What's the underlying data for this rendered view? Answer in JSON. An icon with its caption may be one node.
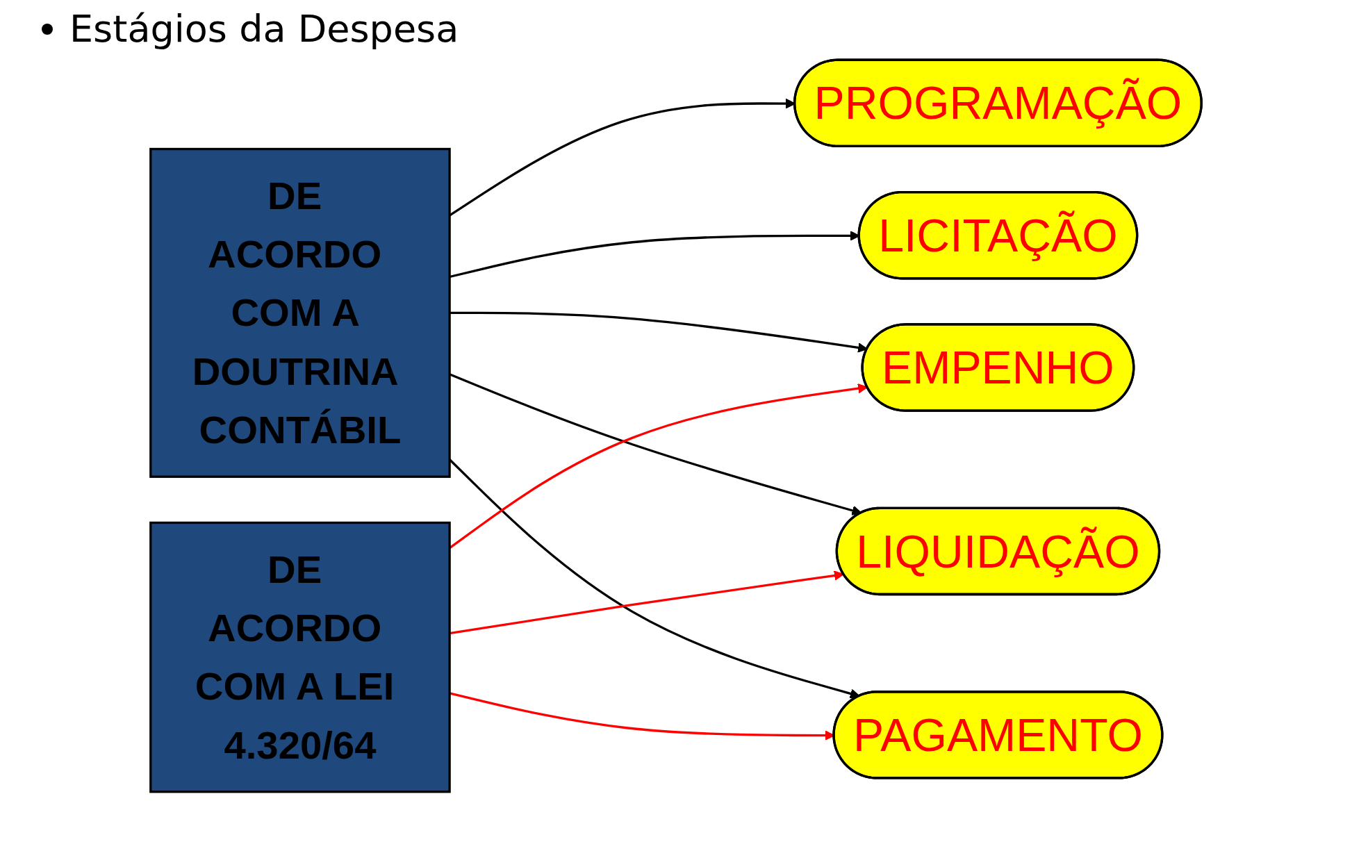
{
  "diagram": {
    "title": "Estágios da Despesa",
    "nodes": [
      {
        "text": [
          "DE ACORDO COM A DOUTRINA CONTÁBIL"
        ]
      },
      {
        "text": [
          "DE ACORDO COM A LEI 4.320/64"
        ]
      },
      {
        "text": [
          "PROGRAMAÇÃO"
        ]
      },
      {
        "text": [
          "LICITAÇÃO"
        ]
      },
      {
        "text": [
          "EMPENHO"
        ]
      },
      {
        "text": [
          "LIQUIDAÇÃO"
        ]
      },
      {
        "text": [
          "PAGAMENTO"
        ]
      }
    ],
    "edges": [
      {
        "from": 0,
        "to": 2,
        "arrow": "to"
      },
      {
        "from": 0,
        "to": 3,
        "arrow": "to"
      },
      {
        "from": 0,
        "to": 4,
        "arrow": "to"
      },
      {
        "from": 0,
        "to": 5,
        "arrow": "to"
      },
      {
        "from": 0,
        "to": 6,
        "arrow": "to"
      },
      {
        "from": 1,
        "to": 4,
        "arrow": "to",
        "color": "#ff0000"
      },
      {
        "from": 1,
        "to": 5,
        "arrow": "to",
        "color": "#ff0000"
      },
      {
        "from": 1,
        "to": 6,
        "arrow": "to",
        "color": "#ff0000"
      }
    ]
  }
}
